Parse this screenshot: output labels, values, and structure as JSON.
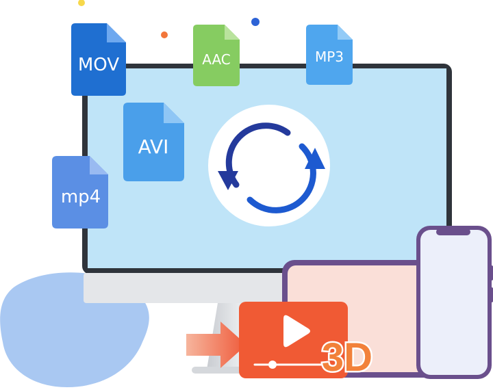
{
  "colors": {
    "monitor_frame": "#2f343b",
    "screen": "#bfe4f8",
    "refresh_arrow": "#243a9c",
    "video_tile": "#f05a34",
    "phone": "#6a4f8c",
    "tablet": "#fadfd8",
    "blob": "#a9c8f2",
    "logo_text": "#f2813a"
  },
  "files": {
    "mov": {
      "label": "MOV",
      "color": "#1f6fd1"
    },
    "aac": {
      "label": "AAC",
      "color": "#86cc61"
    },
    "mp3": {
      "label": "MP3",
      "color": "#4fa6ee"
    },
    "avi": {
      "label": "AVI",
      "color": "#4a9fea"
    },
    "mp4": {
      "label": "mp4",
      "color": "#5b8fe4"
    }
  },
  "video_logo": {
    "label": "3D"
  },
  "icons": [
    "refresh-icon",
    "play-icon",
    "arrow-right-icon"
  ]
}
